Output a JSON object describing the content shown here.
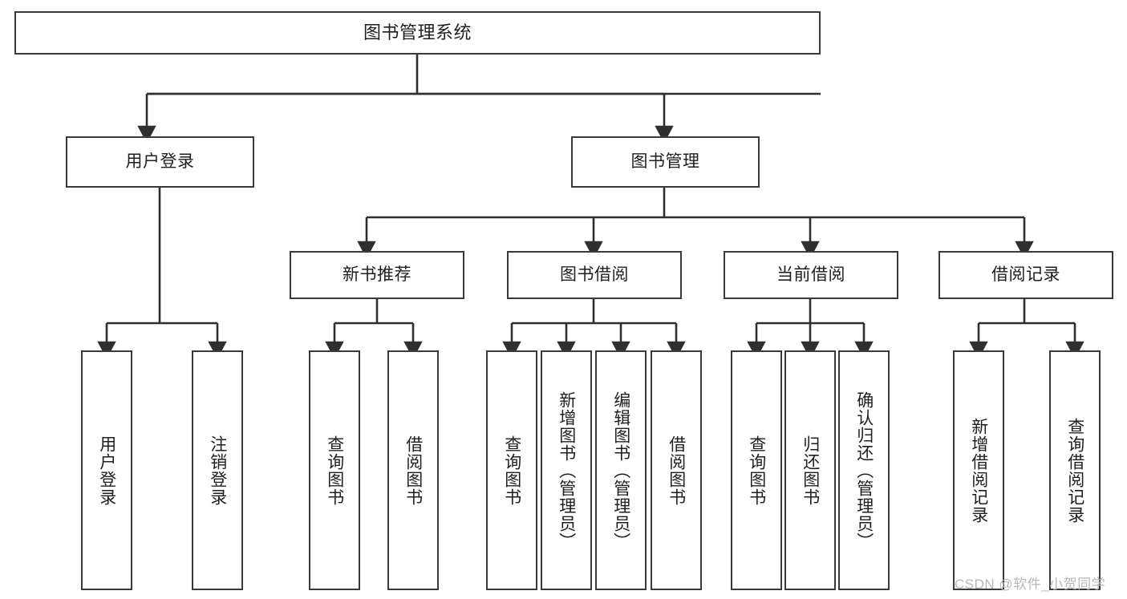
{
  "diagram": {
    "type": "tree-hierarchy",
    "title": "图书管理系统",
    "watermark": "CSDN @软件_小贺同学",
    "colors": {
      "box_border": "#3a3a3a",
      "box_fill": "#ffffff",
      "connector": "#2f2f2f",
      "text": "#1f1f1f",
      "watermark": "#b8b8b8",
      "background": "#ffffff"
    },
    "root": {
      "label": "图书管理系统"
    },
    "level2": [
      {
        "label": "用户登录"
      },
      {
        "label": "图书管理"
      }
    ],
    "level3": [
      {
        "label": "新书推荐"
      },
      {
        "label": "图书借阅"
      },
      {
        "label": "当前借阅"
      },
      {
        "label": "借阅记录"
      }
    ],
    "leaves": {
      "user_login": [
        {
          "label": "用户登录"
        },
        {
          "label": "注销登录"
        }
      ],
      "new_book_recommend": [
        {
          "label": "查询图书"
        },
        {
          "label": "借阅图书"
        }
      ],
      "book_borrow": [
        {
          "label": "查询图书"
        },
        {
          "label": "新增图书（管理员）"
        },
        {
          "label": "编辑图书（管理员）"
        },
        {
          "label": "借阅图书"
        }
      ],
      "current_borrow": [
        {
          "label": "查询图书"
        },
        {
          "label": "归还图书"
        },
        {
          "label": "确认归还（管理员）"
        }
      ],
      "borrow_record": [
        {
          "label": "新增借阅记录"
        },
        {
          "label": "查询借阅记录"
        }
      ]
    }
  }
}
